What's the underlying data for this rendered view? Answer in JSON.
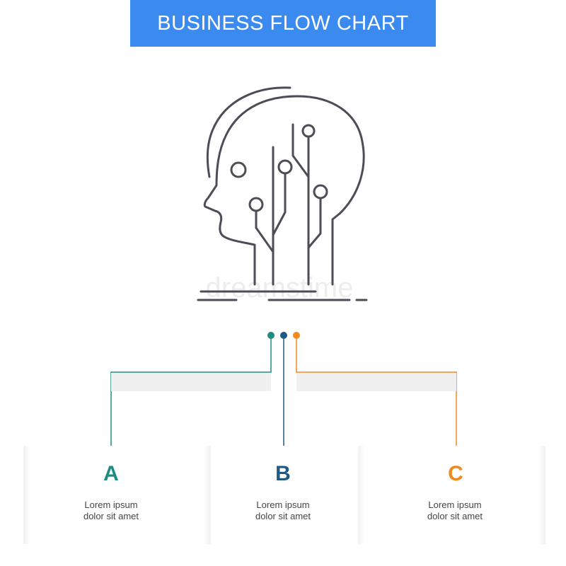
{
  "banner": {
    "title": "BUSINESS FLOW CHART",
    "color": "#3a8af0"
  },
  "icon": {
    "name": "head-circuit-icon"
  },
  "watermark": "dreamstime",
  "steps": [
    {
      "letter": "A",
      "line1": "Lorem ipsum",
      "line2": "dolor sit amet",
      "color": "#1e8c80"
    },
    {
      "letter": "B",
      "line1": "Lorem ipsum",
      "line2": "dolor sit amet",
      "color": "#1f5a86"
    },
    {
      "letter": "C",
      "line1": "Lorem ipsum",
      "line2": "dolor sit amet",
      "color": "#f08a1d"
    }
  ]
}
